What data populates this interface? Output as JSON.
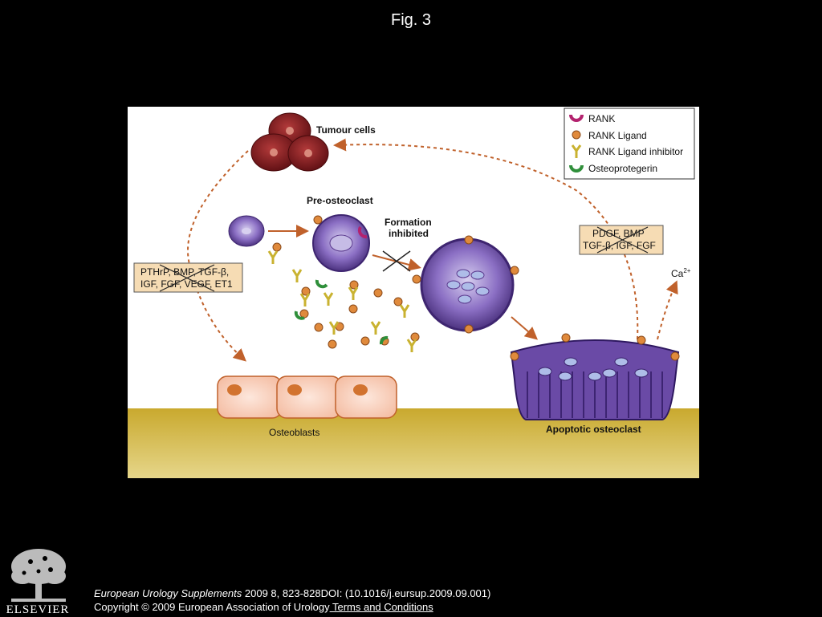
{
  "header": {
    "title": "Fig. 3"
  },
  "legend": {
    "items": [
      {
        "icon": "rank-icon",
        "label": "RANK",
        "color": "#b3226e"
      },
      {
        "icon": "rank-ligand-icon",
        "label": "RANK Ligand",
        "color": "#e08a3c"
      },
      {
        "icon": "rank-ligand-inhibitor-icon",
        "label": "RANK Ligand inhibitor",
        "color": "#e6d24a"
      },
      {
        "icon": "osteoprotegerin-icon",
        "label": "Osteoprotegerin",
        "color": "#2f8f3a"
      }
    ]
  },
  "diagram": {
    "tumour_cells": "Tumour cells",
    "pre_osteoclast": "Pre-osteoclast",
    "formation_inhibited_1": "Formation",
    "formation_inhibited_2": "inhibited",
    "factors_left_1": "PTHrP, BMP, TGF-β,",
    "factors_left_2": "IGF, FGF, VEGF, ET1",
    "factors_right_1": "PDGF, BMP",
    "factors_right_2": "TGF-β, IGF, FGF",
    "calcium": "Ca",
    "calcium_sup": "2+",
    "osteoblasts": "Osteoblasts",
    "apoptotic_osteoclast": "Apoptotic osteoclast",
    "colors": {
      "bone": "#cfb13b",
      "arrow": "#c0612b",
      "cell_purple": "#5b3a8e",
      "tumour": "#7a1a1c"
    }
  },
  "footer": {
    "journal": "European Urology Supplements",
    "citation": " 2009 8, 823-828DOI: (10.1016/j.eursup.2009.09.001)",
    "copyright": "Copyright © 2009 European Association of Urology",
    "terms_link": " Terms and Conditions"
  },
  "logo": {
    "text": "ELSEVIER"
  }
}
